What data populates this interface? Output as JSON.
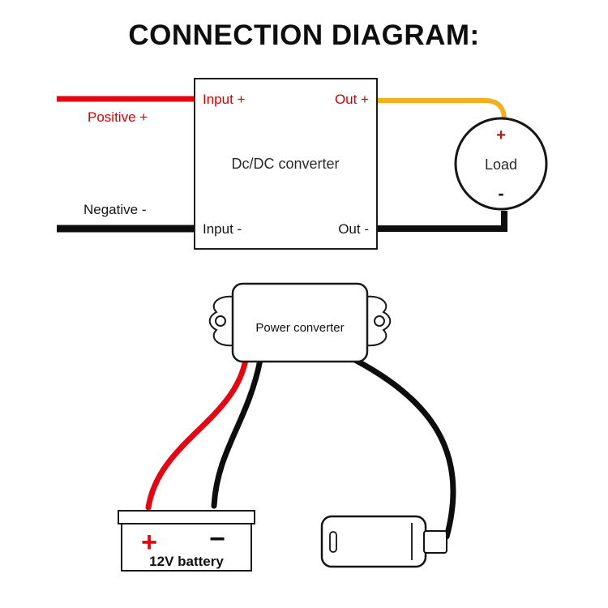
{
  "title": "CONNECTION DIAGRAM:",
  "schematic": {
    "converter_box": {
      "input_plus": "Input +",
      "out_plus": "Out +",
      "center_label": "Dc/DC converter",
      "input_minus": "Input -",
      "out_minus": "Out -"
    },
    "positive_wire_label": "Positive +",
    "negative_wire_label": "Negative -",
    "load": {
      "plus": "+",
      "label": "Load",
      "minus": "-"
    }
  },
  "illustration": {
    "converter_label": "Power converter",
    "battery": {
      "plus": "+",
      "minus": "−",
      "label": "12V battery"
    }
  },
  "colors": {
    "positive": "#e30613",
    "negative": "#0d0d0d",
    "output": "#f2b01e"
  }
}
